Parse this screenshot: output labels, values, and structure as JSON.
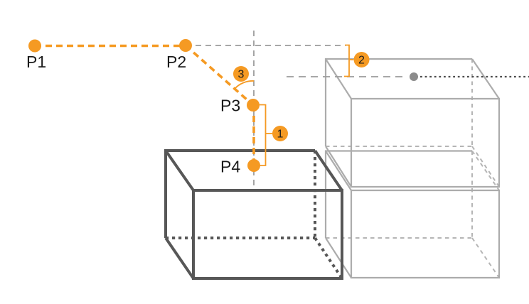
{
  "diagram": {
    "waypoints": {
      "p1": "P1",
      "p2": "P2",
      "p3": "P3",
      "p4": "P4"
    },
    "badges": {
      "b1": "1",
      "b2": "2",
      "b3": "3"
    },
    "colors": {
      "accent-orange": "#F59A23",
      "guide-gray": "#9B9B9B",
      "approach-dot-gray": "#8C8C8C",
      "approach-dotted-dark": "#4C4C4C",
      "dark-box": "#575757",
      "light-box": "#ACACAC",
      "light-box-hidden": "#B5B5B5",
      "label-black": "#1A1A1A"
    }
  }
}
